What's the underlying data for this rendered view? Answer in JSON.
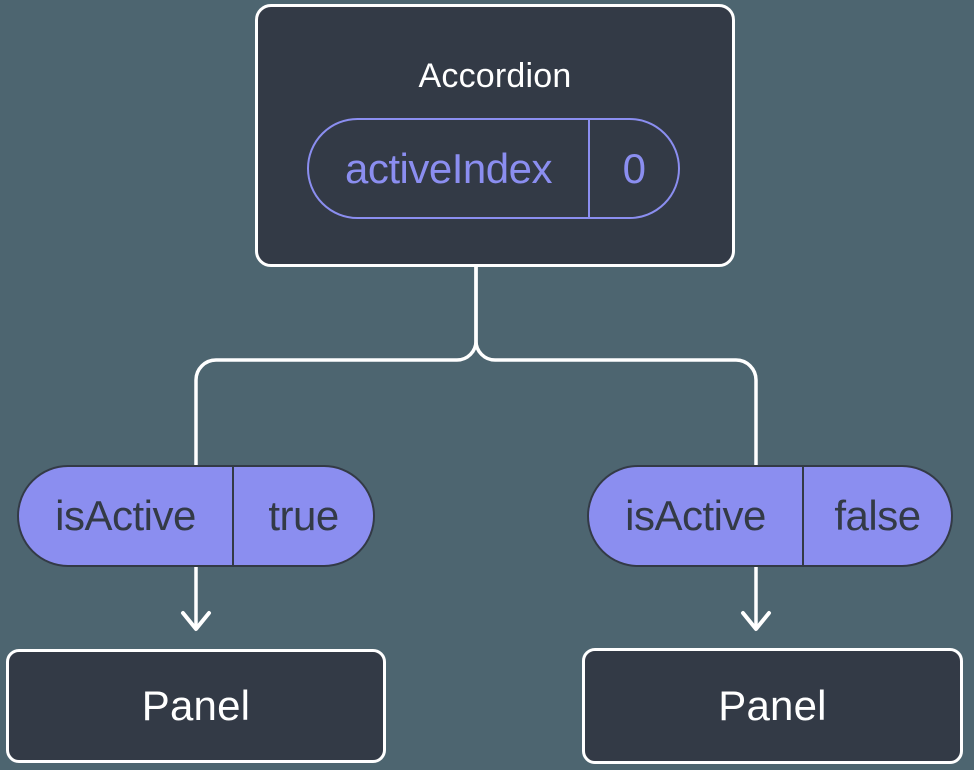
{
  "colors": {
    "background": "#4d6570",
    "node_fill": "#333a46",
    "node_border": "#ffffff",
    "accent_purple": "#8b8ef0",
    "text_light": "#ffffff",
    "text_dark": "#333a46",
    "connector": "#ffffff"
  },
  "root": {
    "title": "Accordion",
    "prop": {
      "name": "activeIndex",
      "value": "0"
    }
  },
  "children": [
    {
      "prop": {
        "name": "isActive",
        "value": "true"
      },
      "node_label": "Panel"
    },
    {
      "prop": {
        "name": "isActive",
        "value": "false"
      },
      "node_label": "Panel"
    }
  ]
}
